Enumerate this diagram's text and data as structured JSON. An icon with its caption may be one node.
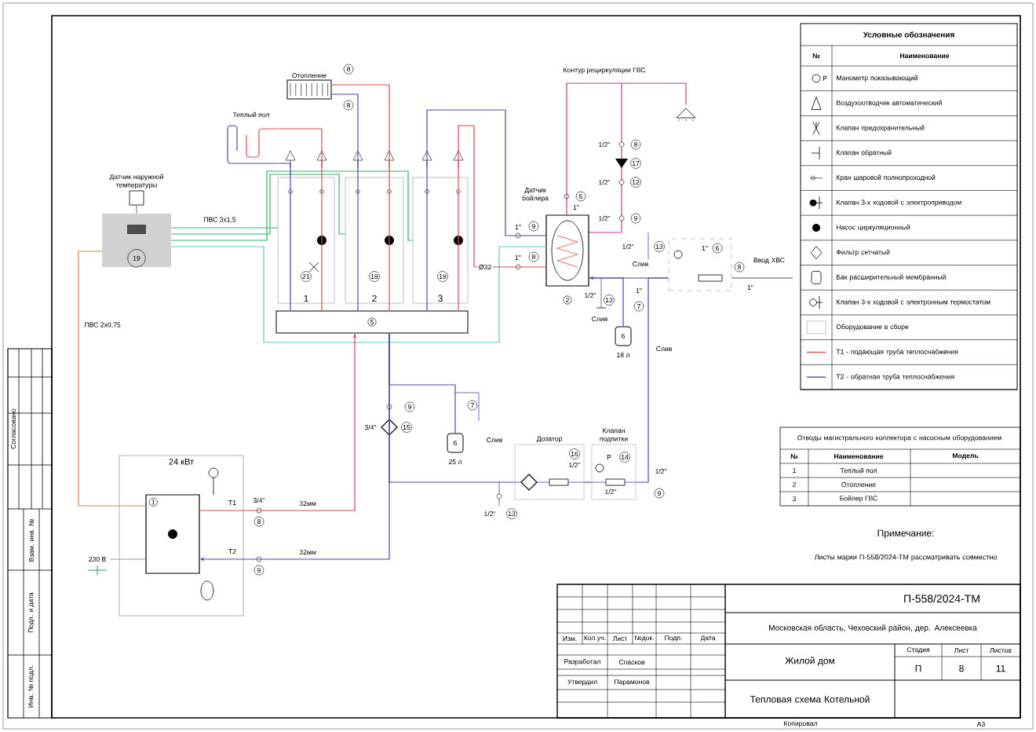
{
  "diagram": {
    "nodes": [
      {
        "text": [
          "Датчик наружной температуры"
        ]
      },
      {
        "text": [
          "19"
        ]
      },
      {
        "text": [
          "Отопление"
        ]
      },
      {
        "text": [
          "Теплый пол"
        ]
      },
      {
        "text": [
          "1"
        ]
      },
      {
        "text": [
          "2"
        ]
      },
      {
        "text": [
          "3"
        ]
      },
      {
        "text": [
          "5"
        ]
      },
      {
        "text": [],
        "shape": "box",
        "beside": [
          "2"
        ]
      },
      {
        "text": [],
        "shape": "picture"
      },
      {
        "text": [],
        "shape": "box"
      },
      {
        "text": [
          "6"
        ],
        "beside": [
          "18 л"
        ]
      },
      {
        "text": [
          "6"
        ],
        "beside": [
          "25 л"
        ]
      },
      {
        "text": [
          "24 кВт"
        ]
      },
      {
        "text": [
          "1"
        ],
        "in": 13
      },
      {
        "text": [
          "Дозатор"
        ]
      },
      {
        "text": [
          "Клапан подпитки"
        ]
      },
      {
        "text": [
          "230 В"
        ]
      }
    ],
    "edges": [
      {
        "from": 1,
        "to": 0,
        "arrow": "none",
        "color": "#888888"
      },
      {
        "from": 1,
        "to": 4,
        "arrow": "none",
        "color": "#2fb36b",
        "label": "ПВС 3х1,5"
      },
      {
        "from": 1,
        "to": 5,
        "arrow": "none",
        "color": "#2fb36b"
      },
      {
        "from": 1,
        "to": 6,
        "arrow": "none",
        "color": "#2fb36b"
      },
      {
        "from": 1,
        "to": 8,
        "arrow": "none",
        "color": "#5cc8c8"
      },
      {
        "from": 1,
        "to": 14,
        "arrow": "none",
        "color": "#d9894a",
        "label": "ПВС 2х0,75"
      },
      {
        "from": 14,
        "to": 7,
        "arrow": "to",
        "color": "#e0484a",
        "label": "32мм"
      },
      {
        "from": 7,
        "to": 14,
        "arrow": "to",
        "color": "#4a4aa8",
        "label": "32мм"
      },
      {
        "from": 4,
        "to": 3,
        "arrow": "none",
        "color": "#e0484a"
      },
      {
        "from": 3,
        "to": 4,
        "arrow": "none",
        "color": "#4a4aa8"
      },
      {
        "from": 5,
        "to": 2,
        "arrow": "none",
        "color": "#e0484a"
      },
      {
        "from": 2,
        "to": 5,
        "arrow": "none",
        "color": "#4a4aa8"
      },
      {
        "from": 6,
        "to": 8,
        "arrow": "none",
        "color": "#e0484a",
        "label": "Ø32"
      },
      {
        "from": 8,
        "to": 6,
        "arrow": "none",
        "color": "#4a4aa8"
      },
      {
        "from": 8,
        "to": 9,
        "arrow": "none",
        "color": "#c0408a"
      },
      {
        "from": 10,
        "to": 8,
        "arrow": "to",
        "color": "#4a4aa8"
      },
      {
        "from": null,
        "to": 10,
        "arrow": "none",
        "color": "#4a4aa8"
      },
      {
        "from": 8,
        "to": 11,
        "arrow": "none",
        "color": "#4a4aa8"
      },
      {
        "from": 7,
        "to": 12,
        "arrow": "none",
        "color": "#4a4aa8"
      },
      {
        "from": 15,
        "to": 16,
        "arrow": "none",
        "color": "#4a4aa8"
      },
      {
        "from": 16,
        "to": 10,
        "arrow": "none",
        "color": "#4a4aa8"
      },
      {
        "from": 15,
        "to": 7,
        "arrow": "none",
        "color": "#4a4aa8"
      },
      {
        "from": 17,
        "to": 14,
        "arrow": "none",
        "color": "#999999"
      },
      {
        "from": 7,
        "to": 4,
        "arrow": "none",
        "color": "#e0484a"
      },
      {
        "from": 4,
        "to": 7,
        "arrow": "none",
        "color": "#4a4aa8"
      },
      {
        "from": 7,
        "to": 5,
        "arrow": "none",
        "color": "#e0484a"
      },
      {
        "from": 5,
        "to": 7,
        "arrow": "none",
        "color": "#4a4aa8"
      },
      {
        "from": 7,
        "to": 6,
        "arrow": "none",
        "color": "#e0484a"
      },
      {
        "from": 6,
        "to": 7,
        "arrow": "none",
        "color": "#4a4aa8"
      }
    ],
    "labels": [
      "Условные обозначения",
      "№",
      "Наименование",
      "P",
      "Отводы магистрального коллектора с насосным оборудованием",
      "№",
      "Наименование",
      "Модель",
      "1",
      "Теплый пол",
      "2",
      "Отопление",
      "3",
      "Бойлер ГВС",
      "Примечание:",
      "Листы марки П-558/2024-ТМ рассматривать совместно",
      "П-558/2024-ТМ",
      "Московская область, Чеховский район, дер. Алексеевка",
      "Изм.",
      "Кол.уч.",
      "Лист",
      "№док.",
      "Подп.",
      "Дата",
      "Разработал",
      "Спасков",
      "Утвердил",
      "Парамонов",
      "Жилой дом",
      "Стадия",
      "Лист",
      "Листов",
      "П",
      "8",
      "11",
      "Тепловая схема Котельной",
      "Копировал",
      "А3",
      "Согласовано",
      "Взам. инв. №",
      "Подп. и дата",
      "Инв. № подл.",
      "Контур рециркуляции ГВС",
      "Датчик бойлера",
      "Ввод ХВС",
      "Слив",
      "Слив",
      "Слив",
      "Слив",
      "T1",
      "T2",
      "3/4\"",
      "3/4\"",
      "1/2\"",
      "1/2\"",
      "1/2\"",
      "1/2\"",
      "1\"",
      "1\"",
      "1\"",
      "1/2\"",
      "1\"",
      "1\"",
      "1\"",
      "1/2\"",
      "1/2\"",
      "1/2\"",
      "1/2\"",
      "P",
      "8",
      "8",
      "21",
      "19",
      "19",
      "8",
      "17",
      "12",
      "9",
      "13",
      "6",
      "9",
      "8",
      "13",
      "7",
      "6",
      "8",
      "9",
      "15",
      "7",
      "8",
      "9",
      "13",
      "16",
      "14",
      "9"
    ],
    "legend": [
      {
        "text": "Манометр показывающий"
      },
      {
        "text": "Воздухоотводчик автоматический"
      },
      {
        "text": "Клапан предохранительный"
      },
      {
        "text": "Клапан обратный"
      },
      {
        "text": "Кран шаровой полнопроходной"
      },
      {
        "text": "Клапан 3-х ходовой с электроприводом"
      },
      {
        "text": "Насос циркуляционный"
      },
      {
        "text": "Фильтр сетчатый"
      },
      {
        "text": "Бак расширительный мембранный"
      },
      {
        "text": "Клапан 3-х ходовой с электронным термостатом"
      },
      {
        "text": "Оборудование в сборе"
      },
      {
        "text": "Т1 - подающая труба теплоснабжения"
      },
      {
        "text": "Т2 - обратная труба теплоснабжения"
      }
    ]
  }
}
